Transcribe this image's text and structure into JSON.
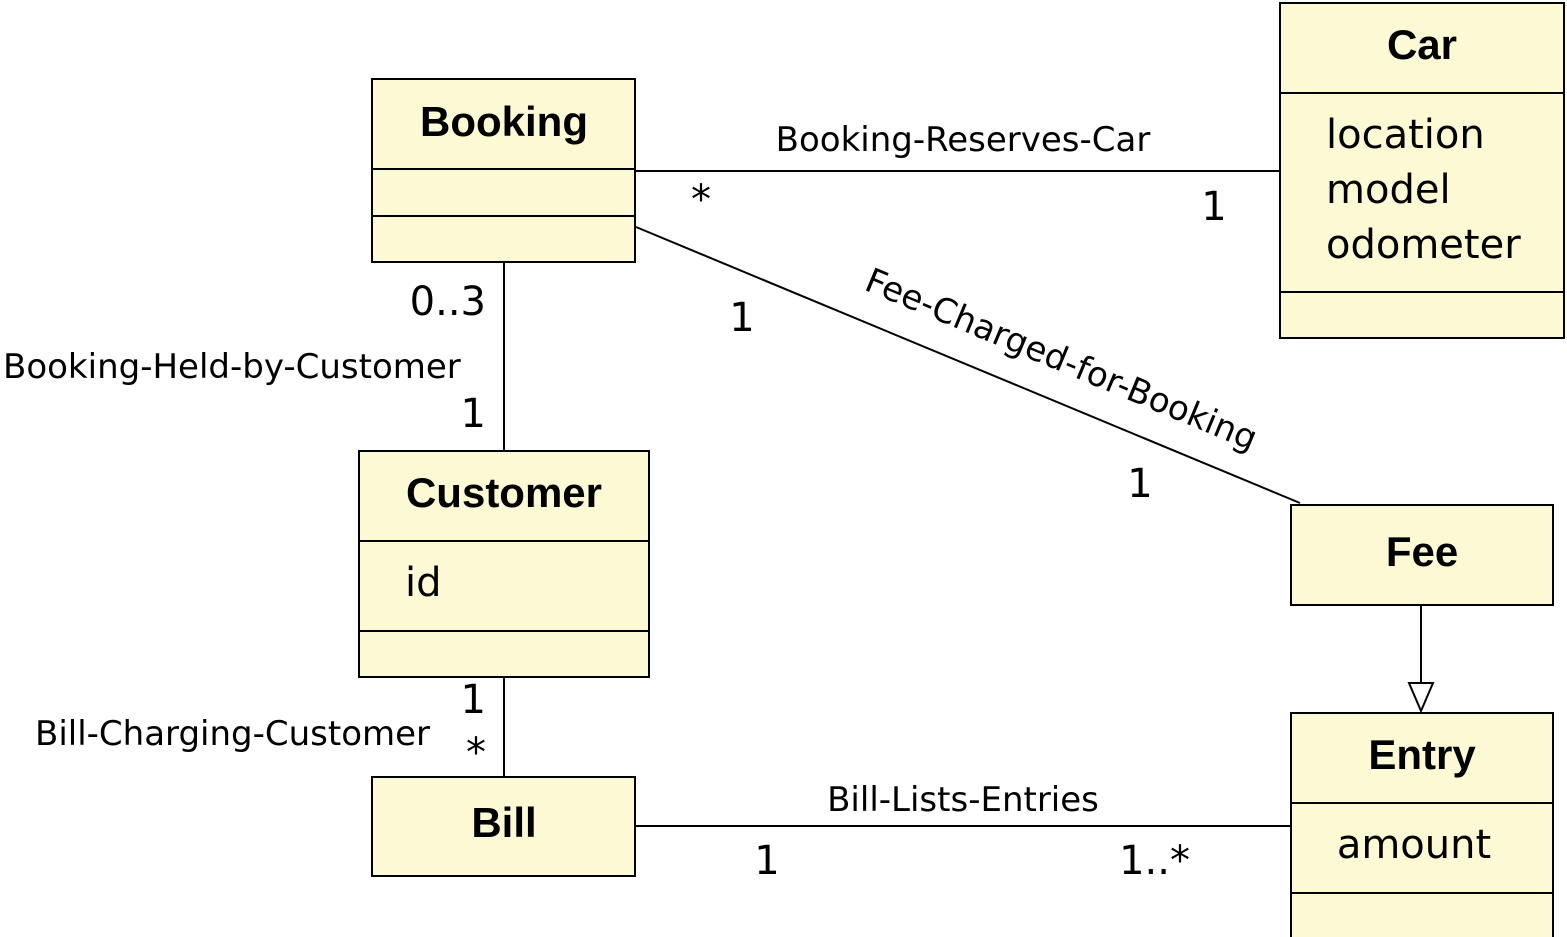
{
  "classes": {
    "booking": {
      "name": "Booking",
      "attributes": []
    },
    "car": {
      "name": "Car",
      "attributes": [
        "location",
        "model",
        "odometer"
      ]
    },
    "customer": {
      "name": "Customer",
      "attributes": [
        "id"
      ]
    },
    "fee": {
      "name": "Fee"
    },
    "bill": {
      "name": "Bill"
    },
    "entry": {
      "name": "Entry",
      "attributes": [
        "amount"
      ]
    }
  },
  "associations": {
    "booking_car": {
      "label": "Booking-Reserves-Car",
      "mult_booking": "*",
      "mult_car": "1"
    },
    "booking_customer": {
      "label": "Booking-Held-by-Customer",
      "mult_booking": "0..3",
      "mult_customer": "1"
    },
    "fee_booking": {
      "label": "Fee-Charged-for-Booking",
      "mult_booking": "1",
      "mult_fee": "1"
    },
    "bill_customer": {
      "label": "Bill-Charging-Customer",
      "mult_customer": "1",
      "mult_bill": "*"
    },
    "bill_entries": {
      "label": "Bill-Lists-Entries",
      "mult_bill": "1",
      "mult_entry": "1..*"
    }
  },
  "generalizations": [
    {
      "from": "Fee",
      "to": "Entry"
    }
  ]
}
